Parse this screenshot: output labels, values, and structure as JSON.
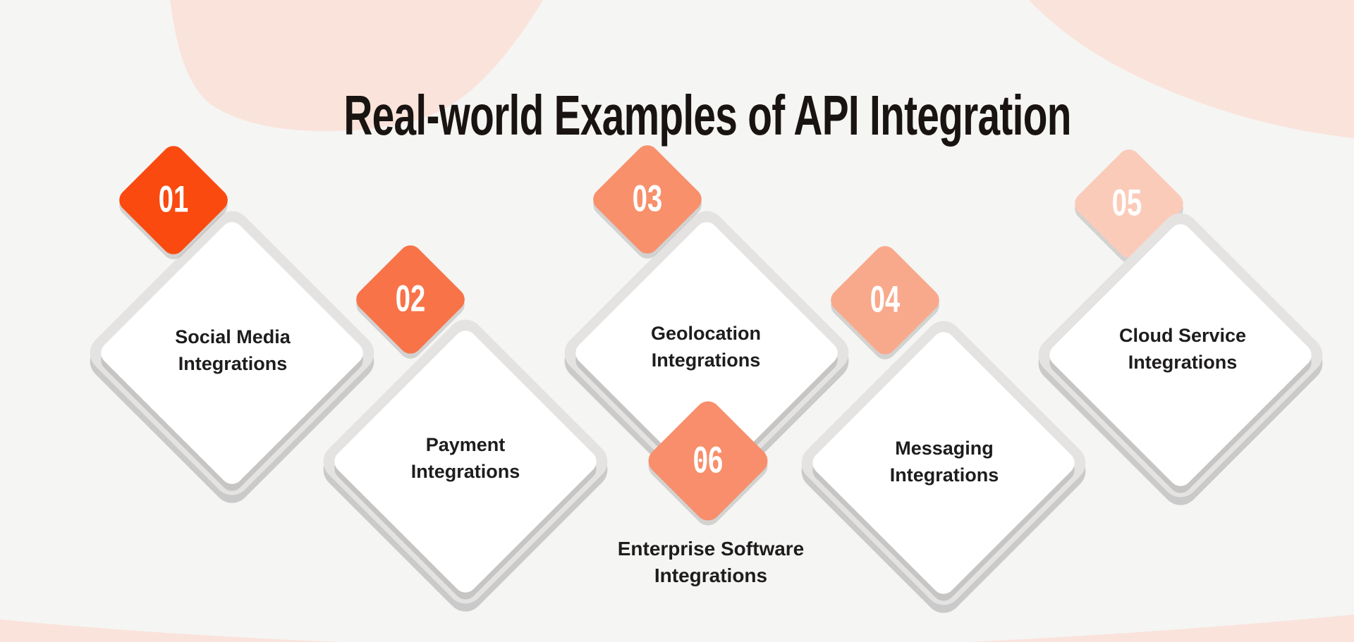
{
  "title": "Real-world Examples of API Integration",
  "colors": {
    "background": "#F5F5F4",
    "blob_pink": "#FAE3DB",
    "title_text": "#191411",
    "label_text": "#1E1C1C",
    "card_border_gray": "#E4E3E2",
    "card_shadow_gray": "#CACACA",
    "number_text": "#FFFFFF"
  },
  "items": [
    {
      "number": "01",
      "line1": "Social Media",
      "line2": "Integrations",
      "color": "#FA4A10"
    },
    {
      "number": "02",
      "line1": "Payment",
      "line2": "Integrations",
      "color": "#F87348"
    },
    {
      "number": "03",
      "line1": "Geolocation",
      "line2": "Integrations",
      "color": "#F8906C"
    },
    {
      "number": "04",
      "line1": "Messaging",
      "line2": "Integrations",
      "color": "#F9A98B"
    },
    {
      "number": "05",
      "line1": "Cloud Service",
      "line2": "Integrations",
      "color": "#FBCBBA"
    },
    {
      "number": "06",
      "line1": "Enterprise Software",
      "line2": "Integrations",
      "color": "#F88E6B"
    }
  ]
}
